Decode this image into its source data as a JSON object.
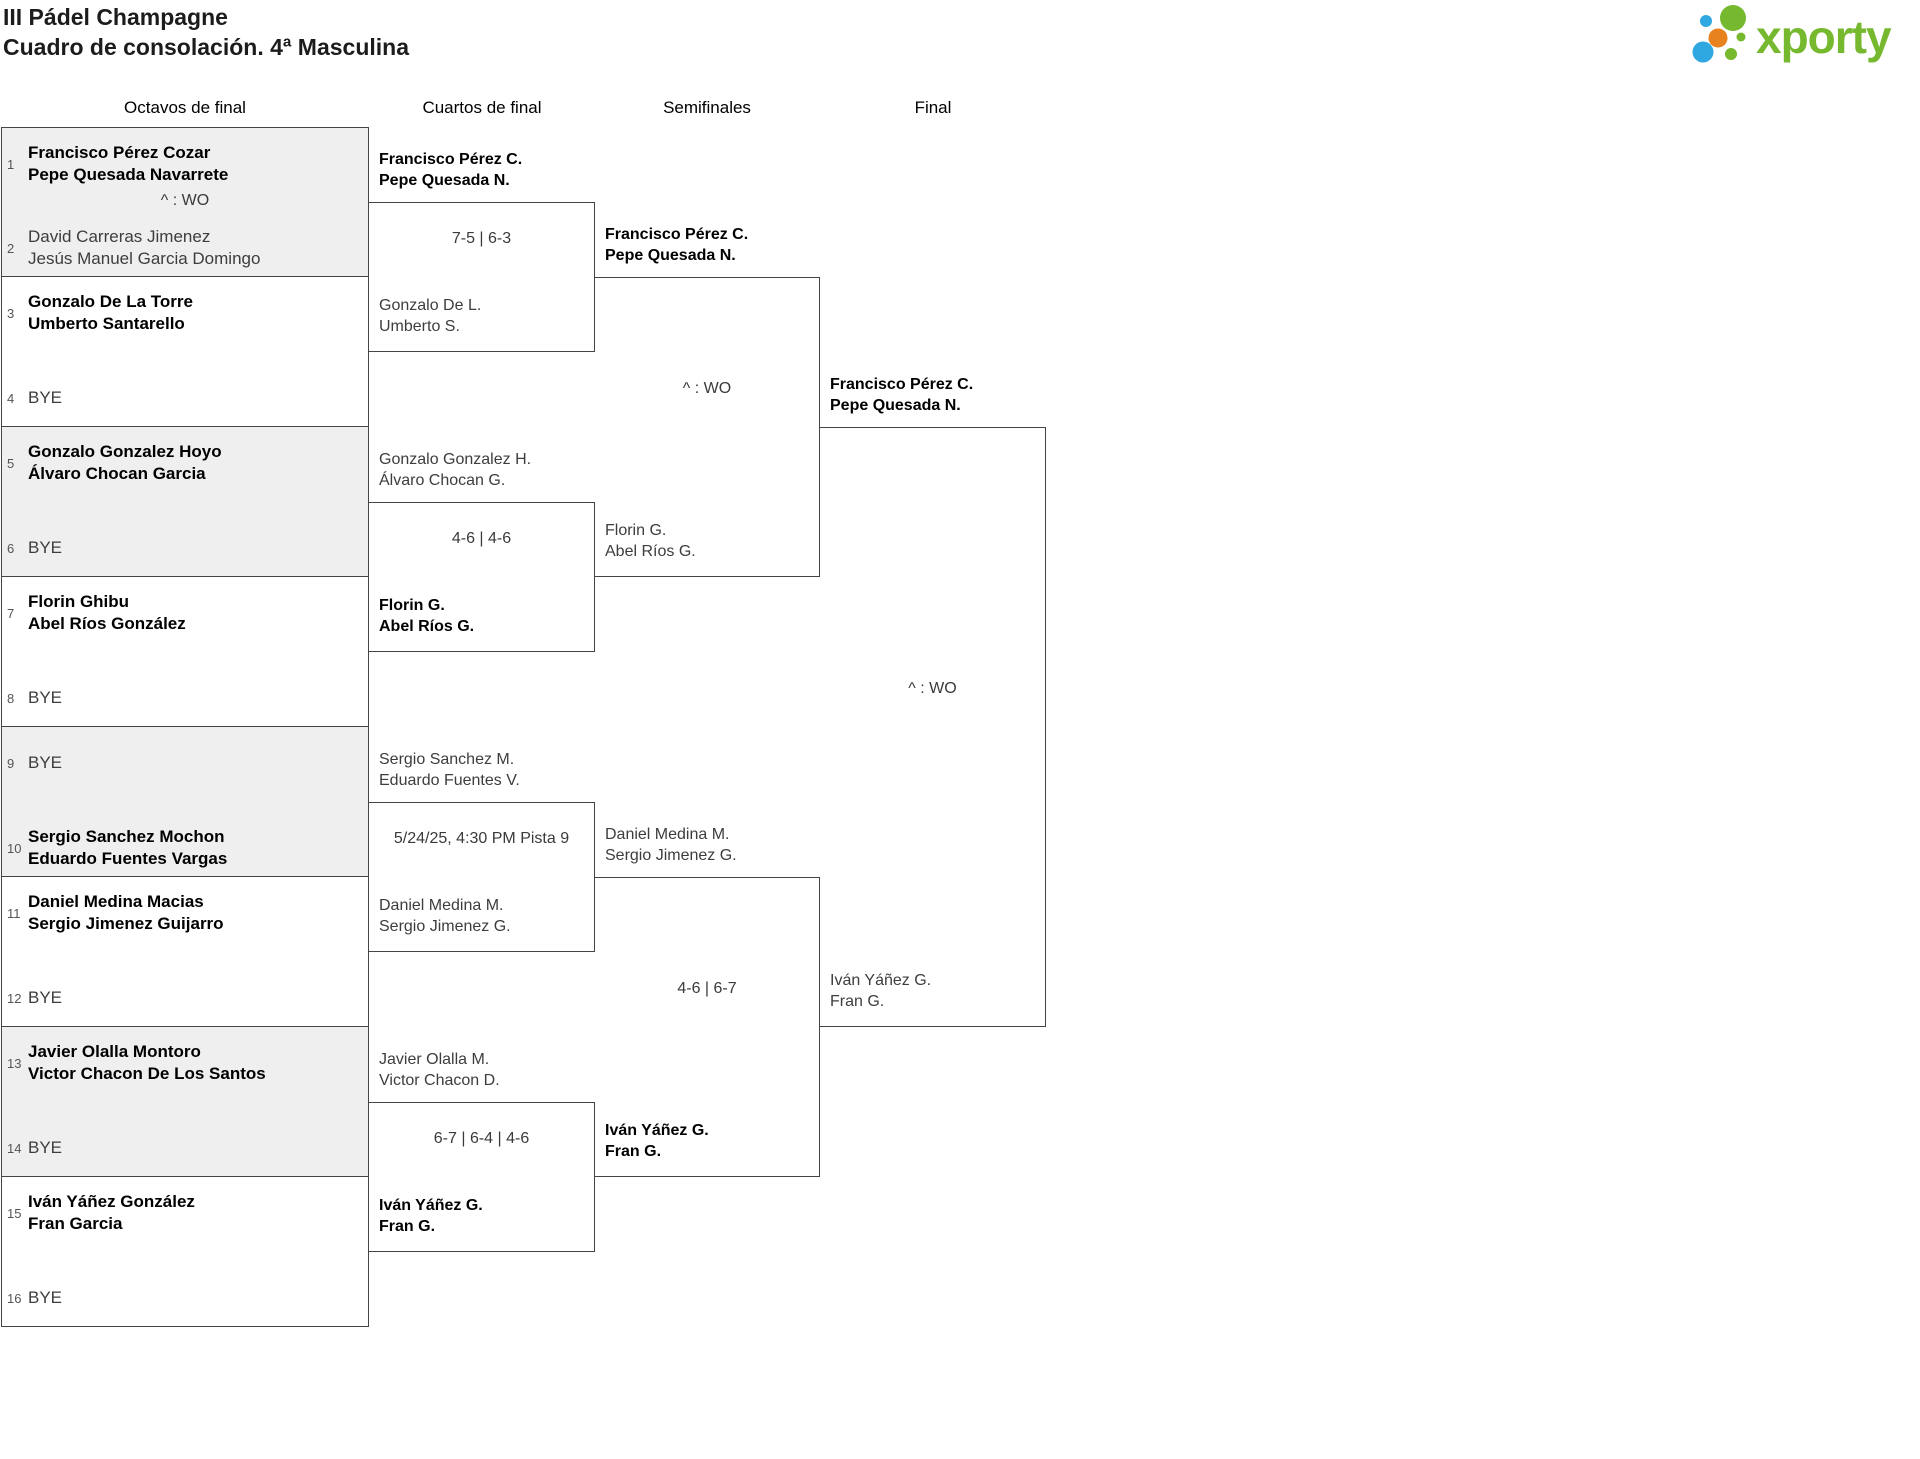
{
  "title": {
    "line1": "III Pádel Champagne",
    "line2": "Cuadro de consolación. 4ª Masculina"
  },
  "logo": {
    "text": "xporty",
    "colors": {
      "green": "#76b82e",
      "blue": "#2fa8e1",
      "orange": "#e8821e"
    }
  },
  "round_headers": [
    "Octavos de final",
    "Cuartos de final",
    "Semifinales",
    "Final"
  ],
  "octavos": [
    {
      "score": "^ : WO",
      "top": {
        "seed": "1",
        "lines": [
          "Francisco Pérez Cozar",
          "Pepe Quesada Navarrete"
        ]
      },
      "bottom": {
        "seed": "2",
        "lines": [
          "David Carreras Jimenez",
          "Jesús Manuel Garcia Domingo"
        ]
      }
    },
    {
      "score": "",
      "top": {
        "seed": "3",
        "lines": [
          "Gonzalo De La Torre",
          "Umberto Santarello"
        ]
      },
      "bottom": {
        "seed": "4",
        "lines": [
          "BYE"
        ]
      }
    },
    {
      "score": "",
      "top": {
        "seed": "5",
        "lines": [
          "Gonzalo Gonzalez Hoyo",
          "Álvaro Chocan Garcia"
        ]
      },
      "bottom": {
        "seed": "6",
        "lines": [
          "BYE"
        ]
      }
    },
    {
      "score": "",
      "top": {
        "seed": "7",
        "lines": [
          "Florin Ghibu",
          "Abel Ríos González"
        ]
      },
      "bottom": {
        "seed": "8",
        "lines": [
          "BYE"
        ]
      }
    },
    {
      "score": "",
      "top": {
        "seed": "9",
        "lines": [
          "BYE"
        ]
      },
      "bottom": {
        "seed": "10",
        "lines": [
          "Sergio Sanchez Mochon",
          "Eduardo Fuentes Vargas"
        ]
      }
    },
    {
      "score": "",
      "top": {
        "seed": "11",
        "lines": [
          "Daniel Medina Macias",
          "Sergio Jimenez Guijarro"
        ]
      },
      "bottom": {
        "seed": "12",
        "lines": [
          "BYE"
        ]
      }
    },
    {
      "score": "",
      "top": {
        "seed": "13",
        "lines": [
          "Javier Olalla Montoro",
          "Victor Chacon De Los Santos"
        ]
      },
      "bottom": {
        "seed": "14",
        "lines": [
          "BYE"
        ]
      }
    },
    {
      "score": "",
      "top": {
        "seed": "15",
        "lines": [
          "Iván Yáñez González",
          "Fran Garcia"
        ]
      },
      "bottom": {
        "seed": "16",
        "lines": [
          "BYE"
        ]
      }
    }
  ],
  "cuartos": [
    {
      "score": "7-5 | 6-3",
      "top": {
        "lines": [
          "Francisco Pérez C.",
          "Pepe Quesada N."
        ]
      },
      "bottom": {
        "lines": [
          "Gonzalo De L.",
          "Umberto S."
        ]
      }
    },
    {
      "score": "4-6 | 4-6",
      "top": {
        "lines": [
          "Gonzalo Gonzalez H.",
          "Álvaro Chocan G."
        ]
      },
      "bottom": {
        "lines": [
          "Florin G.",
          "Abel Ríos G."
        ]
      }
    },
    {
      "score": "5/24/25, 4:30 PM Pista 9",
      "top": {
        "lines": [
          "Sergio Sanchez M.",
          "Eduardo Fuentes V."
        ]
      },
      "bottom": {
        "lines": [
          "Daniel Medina M.",
          "Sergio Jimenez G."
        ]
      }
    },
    {
      "score": "6-7 | 6-4 | 4-6",
      "top": {
        "lines": [
          "Javier Olalla M.",
          "Victor Chacon D."
        ]
      },
      "bottom": {
        "lines": [
          "Iván Yáñez G.",
          "Fran G."
        ]
      }
    }
  ],
  "semifinales": [
    {
      "score": "^ : WO",
      "top": {
        "lines": [
          "Francisco Pérez C.",
          "Pepe Quesada N."
        ]
      },
      "bottom": {
        "lines": [
          "Florin G.",
          "Abel Ríos G."
        ]
      }
    },
    {
      "score": "4-6 | 6-7",
      "top": {
        "lines": [
          "Daniel Medina M.",
          "Sergio Jimenez G."
        ]
      },
      "bottom": {
        "lines": [
          "Iván Yáñez G.",
          "Fran G."
        ]
      }
    }
  ],
  "final": [
    {
      "score": "^ : WO",
      "top": {
        "lines": [
          "Francisco Pérez C.",
          "Pepe Quesada N."
        ]
      },
      "bottom": {
        "lines": [
          "Iván Yáñez G.",
          "Fran G."
        ]
      }
    }
  ]
}
